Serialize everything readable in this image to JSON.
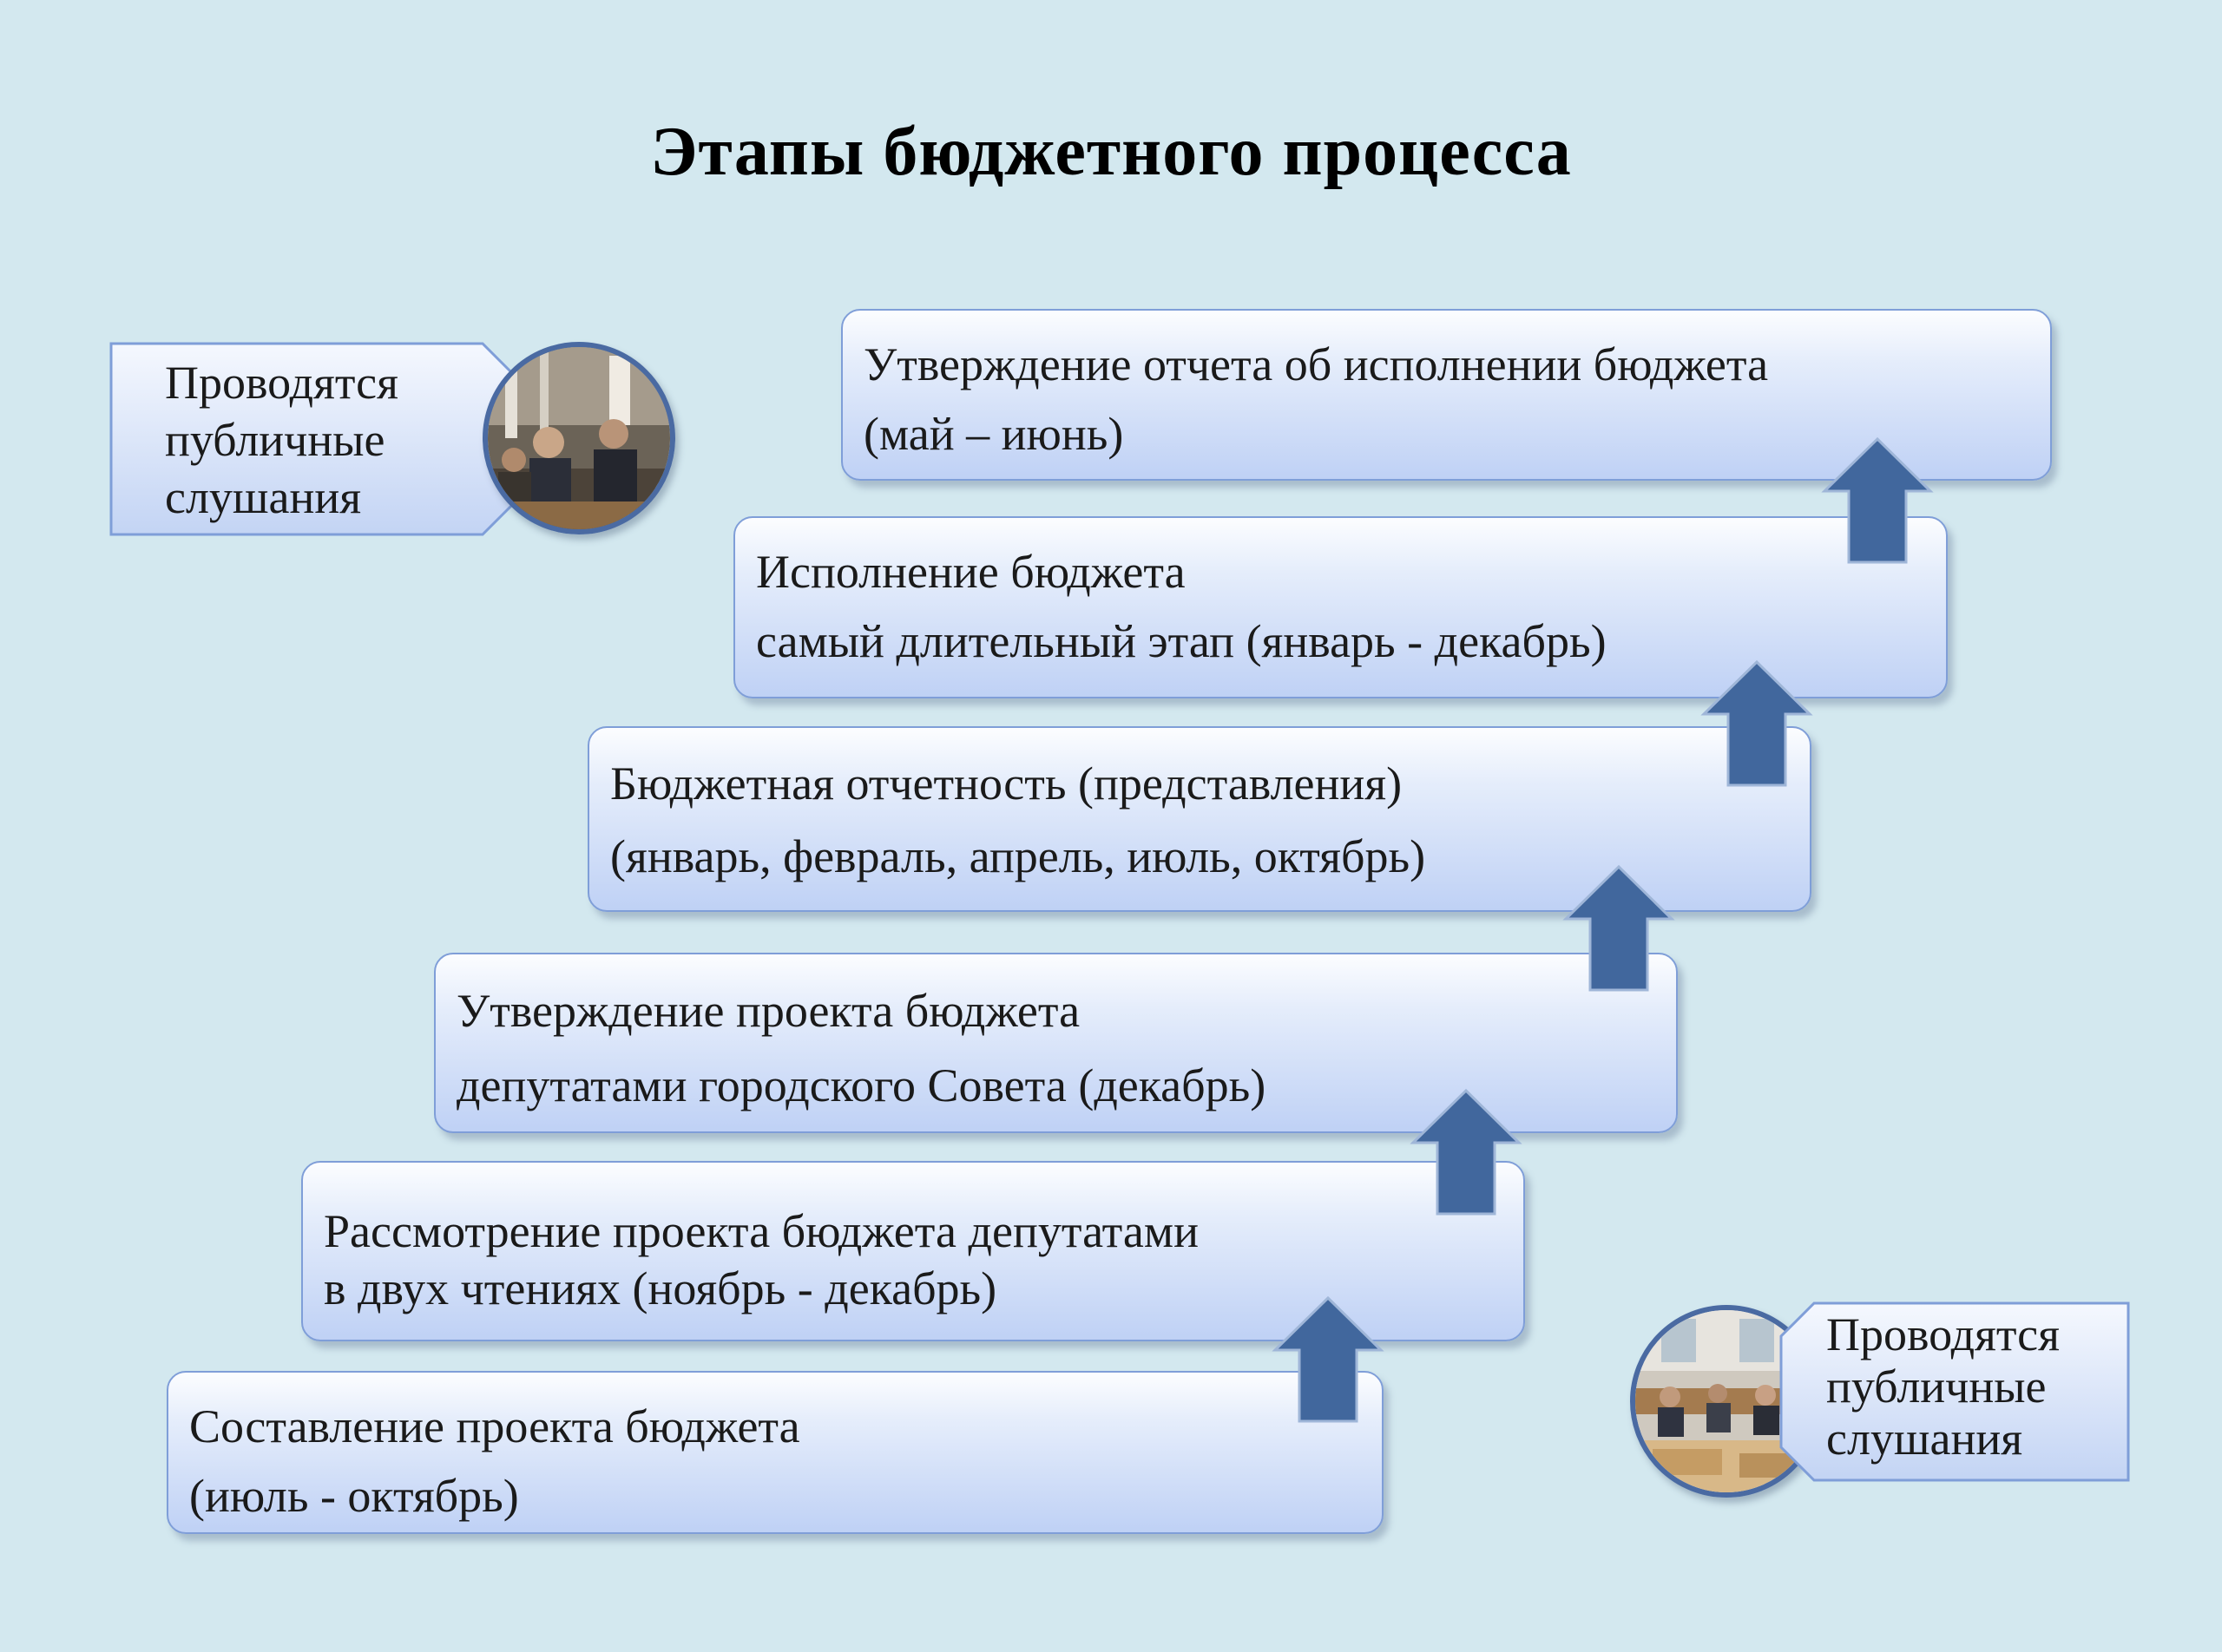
{
  "title": "Этапы бюджетного процесса",
  "stages": [
    {
      "line1": "Составление  проекта бюджета",
      "line2": "(июль - октябрь)"
    },
    {
      "line1": "Рассмотрение проекта бюджета депутатами",
      "line2": "в двух чтениях (ноябрь - декабрь)"
    },
    {
      "line1": "Утверждение проекта бюджета",
      "line2": "депутатами городского Совета (декабрь)"
    },
    {
      "line1": "Бюджетная отчетность (представления)",
      "line2": "(январь, февраль, апрель, июль, октябрь)"
    },
    {
      "line1": "Исполнение бюджета",
      "line2": "самый длительный этап (январь - декабрь)"
    },
    {
      "line1": "Утверждение отчета об исполнении бюджета",
      "line2": "(май – июнь)"
    }
  ],
  "callouts": {
    "top_left": "Проводятся публичные слушания",
    "bottom_right": "Проводятся публичные слушания"
  },
  "colors": {
    "background": "#d3e8ef",
    "arrow": "#41679d",
    "box_border": "#7f9ed8"
  }
}
